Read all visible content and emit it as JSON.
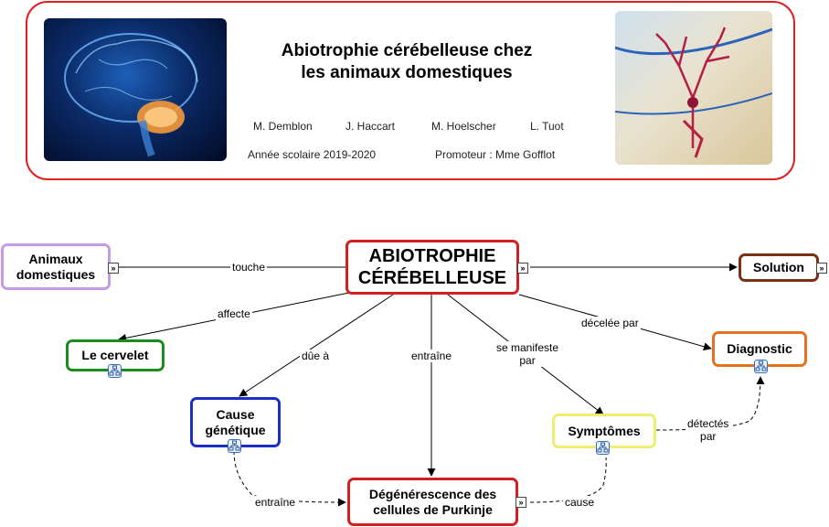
{
  "header": {
    "title_line1": "Abiotrophie cérébelleuse chez",
    "title_line2": "les animaux domestiques",
    "authors": [
      "M. Demblon",
      "J. Haccart",
      "M. Hoelscher",
      "L. Tuot"
    ],
    "year": "Année scolaire 2019-2020",
    "promoter": "Promoteur : Mme Gofflot"
  },
  "map": {
    "central": {
      "line1": "ABIOTROPHIE",
      "line2": "CÉRÉBELLEUSE"
    },
    "nodes": {
      "animaux": {
        "line1": "Animaux",
        "line2": "domestiques"
      },
      "solution": "Solution",
      "cervelet": "Le cervelet",
      "diagnostic": "Diagnostic",
      "cause": {
        "line1": "Cause",
        "line2": "génétique"
      },
      "symptomes": "Symptômes",
      "degenerescence": {
        "line1": "Dégénérescence des",
        "line2": "cellules de Purkinje"
      }
    },
    "links": {
      "touche": "touche",
      "affecte": "affecte",
      "due_a": "dûe à",
      "entraine_center": "entraîne",
      "manifeste1": "se manifeste",
      "manifeste2": "par",
      "decelee": "décelée par",
      "detectes1": "détectés",
      "detectes2": "par",
      "entraine_cause": "entraîne",
      "cause_link": "cause"
    },
    "colors": {
      "central": "#d21f1f",
      "animaux": "#c39be6",
      "solution": "#7a3212",
      "cervelet": "#1f8a1f",
      "diagnostic": "#e07420",
      "cause": "#1c2fc4",
      "symptomes": "#eeee70",
      "degenerescence": "#d21f1f"
    }
  }
}
